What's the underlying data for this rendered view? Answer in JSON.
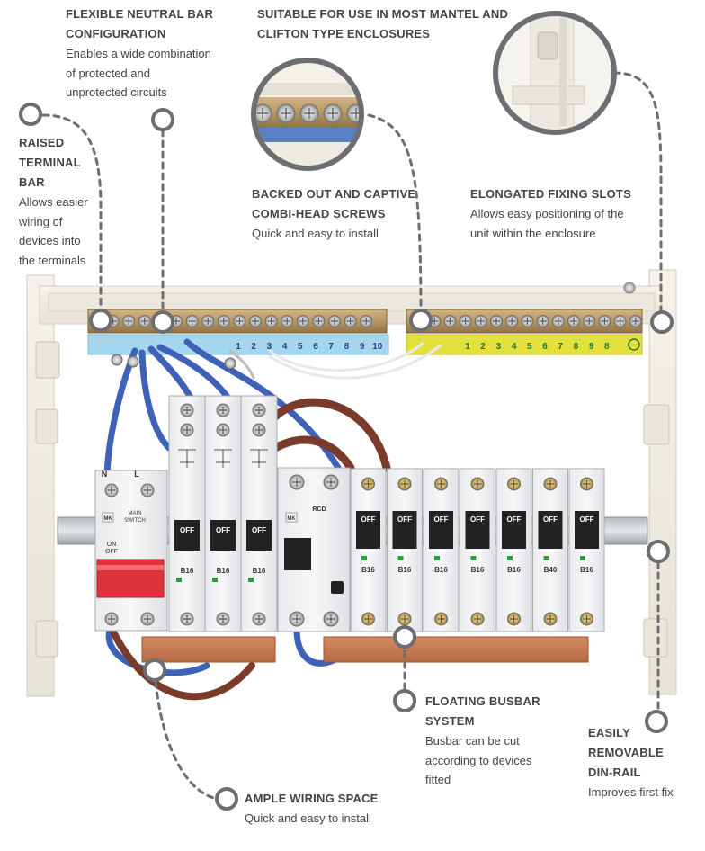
{
  "colors": {
    "accent": "#6d6e71",
    "neutral_bar": "#a4d6ee",
    "earth_bar": "#e3df3c",
    "copper": "#c97a52",
    "breaker_off": "#222222",
    "main_switch_red": "#e0323a",
    "blue_wire": "#3d62b8",
    "brown_wire": "#7a3b2a"
  },
  "callouts": {
    "flexible_neutral": {
      "title": "FLEXIBLE NEUTRAL BAR\nCONFIGURATION",
      "desc": "Enables a wide combination\nof protected and\nunprotected circuits"
    },
    "raised_terminal": {
      "title": "RAISED\nTERMINAL\nBAR",
      "desc": "Allows easier\nwiring of\ndevices into\nthe terminals"
    },
    "mantel": {
      "title": "SUITABLE FOR USE IN MOST MANTEL AND\nCLIFTON TYPE ENCLOSURES"
    },
    "backed_out": {
      "title": "BACKED OUT AND CAPTIVE\nCOMBI-HEAD SCREWS",
      "desc": "Quick and easy to install"
    },
    "elongated": {
      "title": "ELONGATED FIXING SLOTS",
      "desc": "Allows easy positioning of the\nunit within the enclosure"
    },
    "floating": {
      "title": "FLOATING BUSBAR\nSYSTEM",
      "desc": "Busbar can be cut\naccording to devices\nfitted"
    },
    "easily_removable": {
      "title": "EASILY\nREMOVABLE\nDIN-RAIL",
      "desc": "Improves first fix"
    },
    "ample": {
      "title": "AMPLE WIRING SPACE",
      "desc": "Quick and easy to install"
    }
  },
  "terminal_labels": {
    "neutral": [
      "1",
      "2",
      "3",
      "4",
      "5",
      "6",
      "7",
      "8",
      "9",
      "10"
    ],
    "earth": [
      "1",
      "2",
      "3",
      "4",
      "5",
      "6",
      "7",
      "8",
      "9",
      "8"
    ]
  },
  "devices": {
    "main_switch": {
      "brand": "MK",
      "label": "MAIN\nSWITCH",
      "on": "ON",
      "off": "OFF"
    },
    "rcbo": [
      {
        "off": "OFF",
        "rating": "B16"
      },
      {
        "off": "OFF",
        "rating": "B16"
      },
      {
        "off": "OFF",
        "rating": "B16"
      }
    ],
    "rcd": {
      "brand": "MK",
      "label": "RCD"
    },
    "mcb": [
      {
        "off": "OFF",
        "rating": "B16"
      },
      {
        "off": "OFF",
        "rating": "B16"
      },
      {
        "off": "OFF",
        "rating": "B16"
      },
      {
        "off": "OFF",
        "rating": "B16"
      },
      {
        "off": "OFF",
        "rating": "B16"
      },
      {
        "off": "OFF",
        "rating": "B40"
      },
      {
        "off": "OFF",
        "rating": "B16"
      }
    ],
    "terminal_n": "N",
    "terminal_l": "L"
  }
}
